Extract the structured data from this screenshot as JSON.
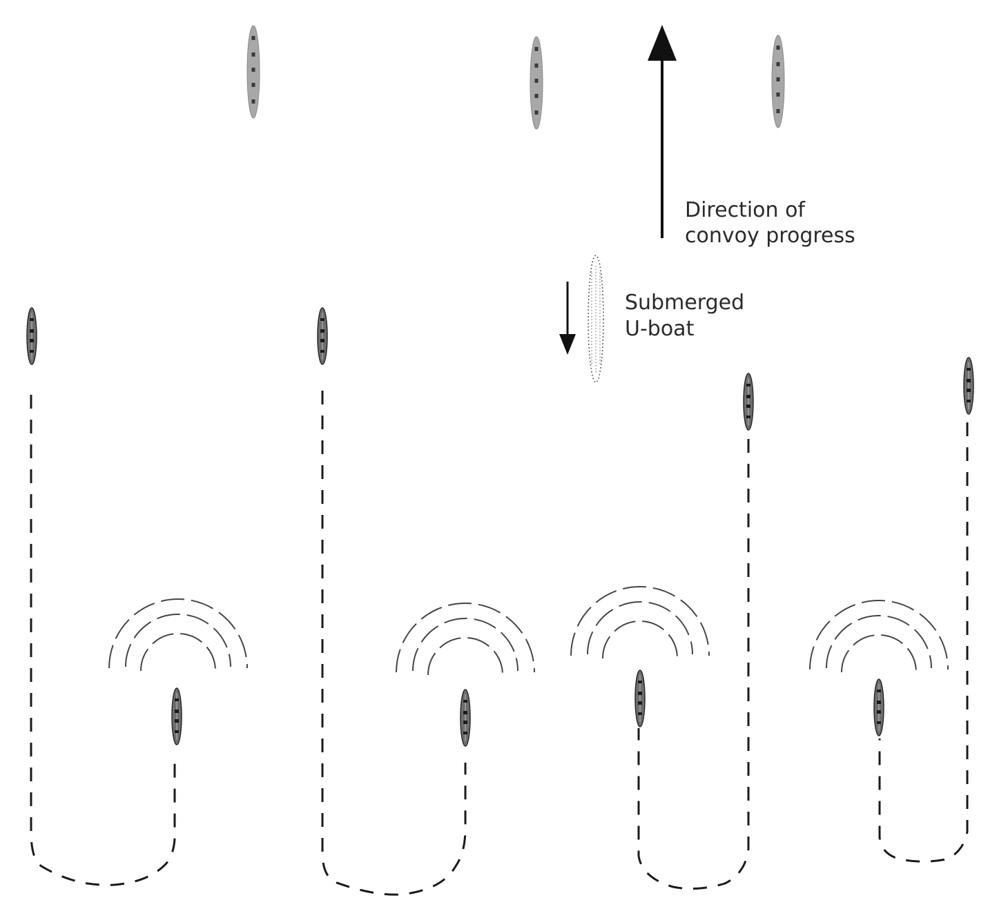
{
  "labels": {
    "convoy_direction_line1": "Direction of",
    "convoy_direction_line2": "convoy progress",
    "uboat_line1": "Submerged",
    "uboat_line2": "U-boat"
  },
  "colors": {
    "merchant_ship": "#a8a8a8",
    "escort_ship": "#6e6e6e",
    "track": "#1a1a1a",
    "sonar": "#444444"
  },
  "icons": {
    "merchant_ship": "merchant-ship-icon",
    "escort_ship": "escort-ship-icon",
    "uboat": "submerged-uboat-icon",
    "sonar": "sonar-pulse-icon"
  },
  "counts": {
    "merchant_ships": 3,
    "escort_ships": 8,
    "escort_tracks": 4
  }
}
